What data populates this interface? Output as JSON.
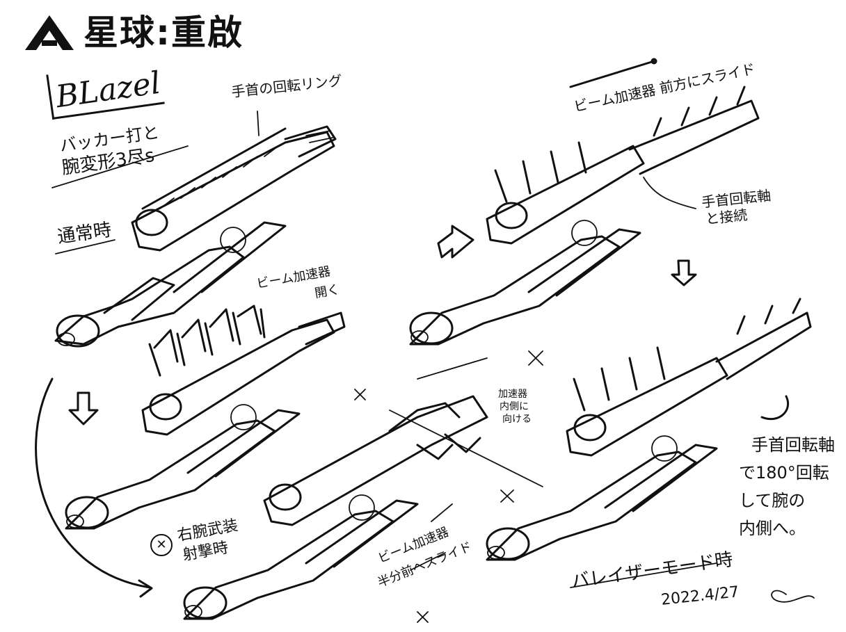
{
  "logo": {
    "brand_text": "星球:重啟",
    "mark_icon": "triangle-a-logo-icon"
  },
  "title": "BLazel",
  "notes": {
    "subtitle_line1": "バッカー打と",
    "subtitle_line2": "腕変形3尽s",
    "normal_state": "通常時",
    "wrist_ring": "手首の回転リング",
    "beam_opens_line1": "ビーム加速器",
    "beam_opens_line2": "開く",
    "beam_forward": "ビーム加速器 前方にスライド",
    "wrist_axis_line1": "手首回転軸",
    "wrist_axis_line2": "と接続",
    "inner_turn_line1": "加速器",
    "inner_turn_line2": "内側に",
    "inner_turn_line3": "向ける",
    "right_arm_line1": "右腕武装",
    "right_arm_line2": "射撃時",
    "half_slide_line1": "ビーム加速器",
    "half_slide_line2": "半分前へスライド",
    "rotate_line1": "手首回転軸",
    "rotate_line2": "で180°回転",
    "rotate_line3": "して腕の",
    "rotate_line4": "内側へ。",
    "blazer_mode": "バレイザーモード時",
    "date": "2022.4/27"
  },
  "colors": {
    "ink": "#111111",
    "paper": "#ffffff"
  }
}
